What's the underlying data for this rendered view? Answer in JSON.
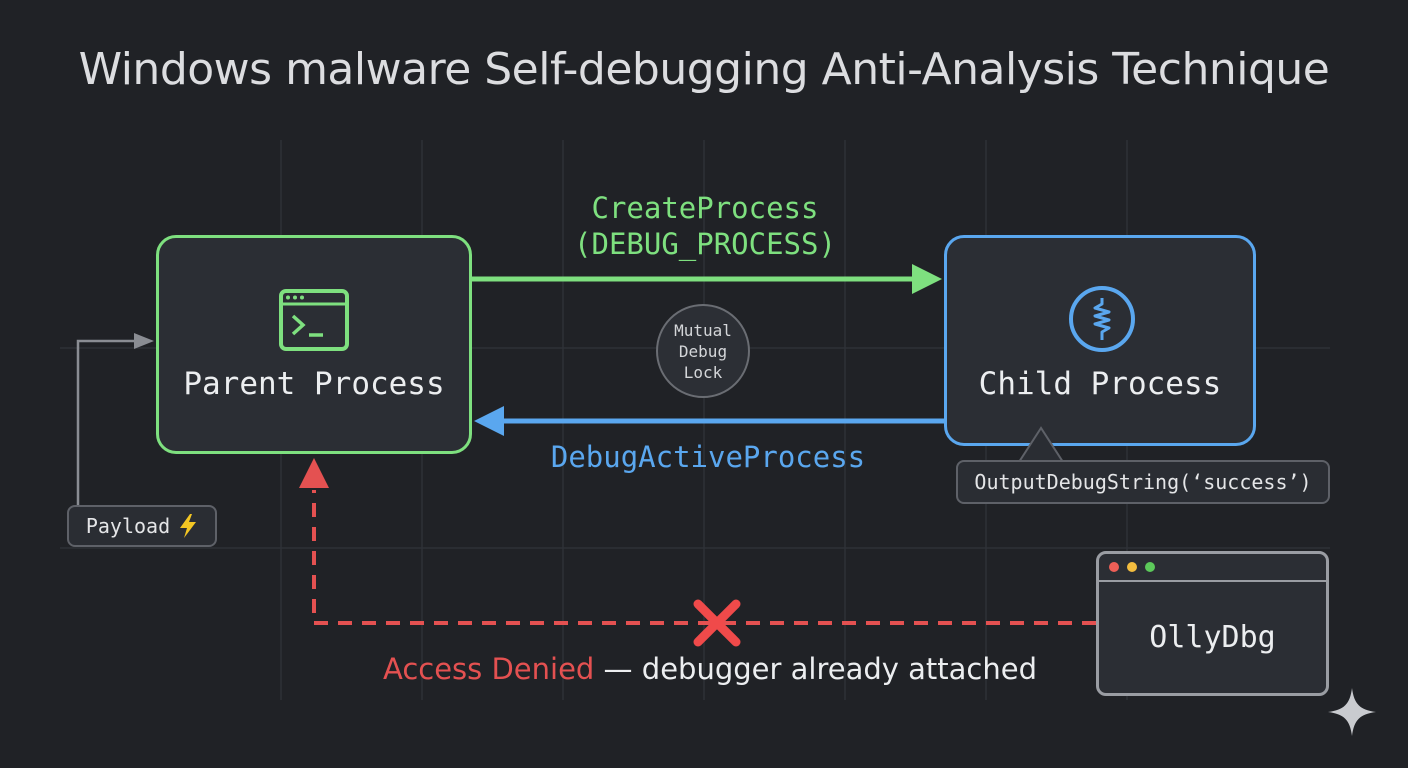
{
  "title": "Windows malware Self-debugging Anti-Analysis Technique",
  "nodes": {
    "parent": {
      "label": "Parent Process",
      "icon": "terminal-icon"
    },
    "child": {
      "label": "Child Process",
      "icon": "spring-coil-icon"
    },
    "debugger": {
      "label": "OllyDbg",
      "icon": "window-icon"
    }
  },
  "edges": {
    "create": {
      "line1": "CreateProcess",
      "line2": "(DEBUG_PROCESS)"
    },
    "attach": {
      "label": "DebugActiveProcess"
    },
    "lock": {
      "line1": "Mutual",
      "line2": "Debug",
      "line3": "Lock"
    },
    "denied": {
      "prefix": "Access Denied",
      "suffix": " — debugger already attached"
    }
  },
  "callouts": {
    "payload": {
      "text": "Payload",
      "icon": "lightning-icon"
    },
    "output": {
      "text": "OutputDebugString(‘success’)"
    }
  },
  "colors": {
    "green": "#7ee07f",
    "blue": "#5aa7ef",
    "red": "#e45151",
    "grey": "#9a9da3",
    "background": "#202226"
  }
}
